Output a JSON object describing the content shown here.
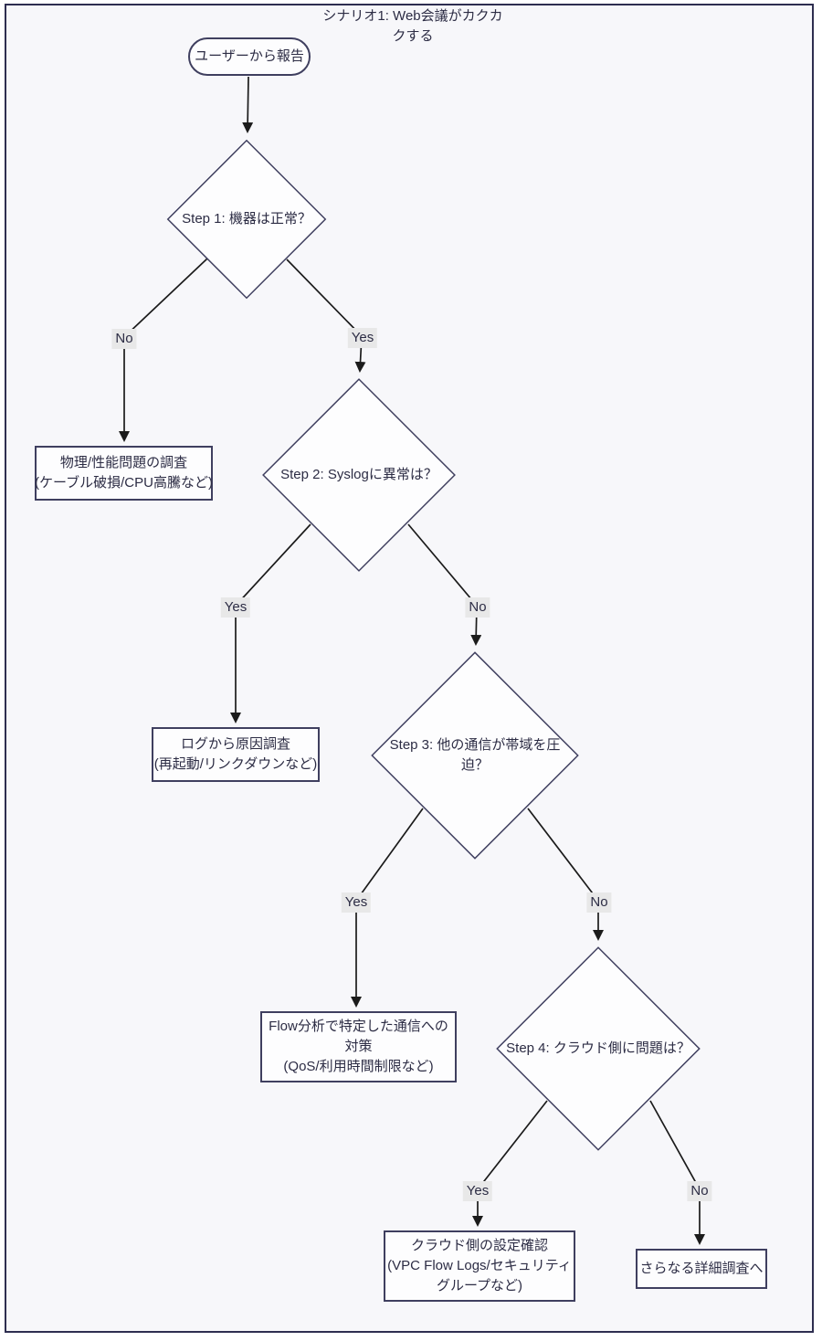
{
  "colors": {
    "page_bg": "#ffffff",
    "canvas_bg": "#f7f7fa",
    "frame_border": "#2e2e50",
    "node_fill": "#fdfdfe",
    "node_border": "#3f3f5f",
    "text": "#2c2c44",
    "edge": "#1b1b1b",
    "edge_label_bg": "#e8e8e8"
  },
  "title": {
    "line1": "シナリオ1: Web会議がカクカ",
    "line2": "クする"
  },
  "nodes": {
    "start": {
      "label": "ユーザーから報告"
    },
    "step1": {
      "label": "Step 1: 機器は正常？"
    },
    "physical": {
      "lines": [
        "物理/性能問題の調査",
        "(ケーブル破損/CPU高騰など)"
      ]
    },
    "step2": {
      "label": "Step 2: Syslogに異常は？"
    },
    "log": {
      "lines": [
        "ログから原因調査",
        "(再起動/リンクダウンなど)"
      ]
    },
    "step3": {
      "lines": [
        "Step 3: 他の通信が帯域を圧",
        "迫？"
      ]
    },
    "flow": {
      "lines": [
        "Flow分析で特定した通信への",
        "対策",
        "(QoS/利用時間制限など)"
      ]
    },
    "step4": {
      "label": "Step 4: クラウド側に問題は？"
    },
    "cloud": {
      "lines": [
        "クラウド側の設定確認",
        "(VPC Flow Logs/セキュリティ",
        "グループなど)"
      ]
    },
    "further": {
      "label": "さらなる詳細調査へ"
    }
  },
  "edge_labels": {
    "step1_no": "No",
    "step1_yes": "Yes",
    "step2_yes": "Yes",
    "step2_no": "No",
    "step3_yes": "Yes",
    "step3_no": "No",
    "step4_yes": "Yes",
    "step4_no": "No"
  }
}
